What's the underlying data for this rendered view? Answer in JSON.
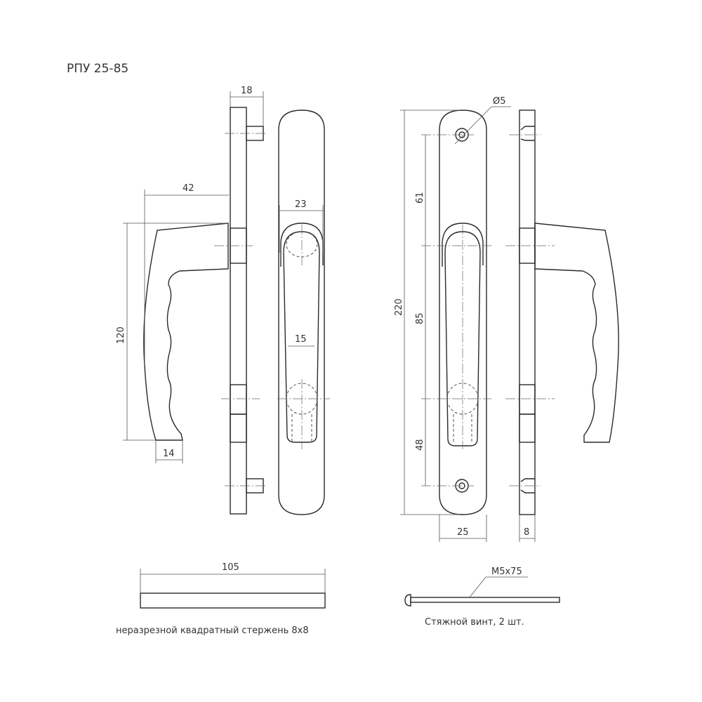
{
  "title": "РПУ 25-85",
  "dimensions": {
    "pin_depth": "18",
    "arm_length": "42",
    "handle_height": "120",
    "grip_width": "14",
    "lever_width": "23",
    "lever_narrow_width": "15",
    "hole_diameter": "Ø5",
    "total_height": "220",
    "top_spacing": "61",
    "middle_spacing": "85",
    "bottom_spacing": "48",
    "plate_width": "25",
    "plate_thickness": "8",
    "rod_length": "105",
    "screw_spec": "M5x75"
  },
  "captions": {
    "rod": "неразрезной квадратный стержень  8x8",
    "screw": "Стяжной винт, 2 шт."
  }
}
